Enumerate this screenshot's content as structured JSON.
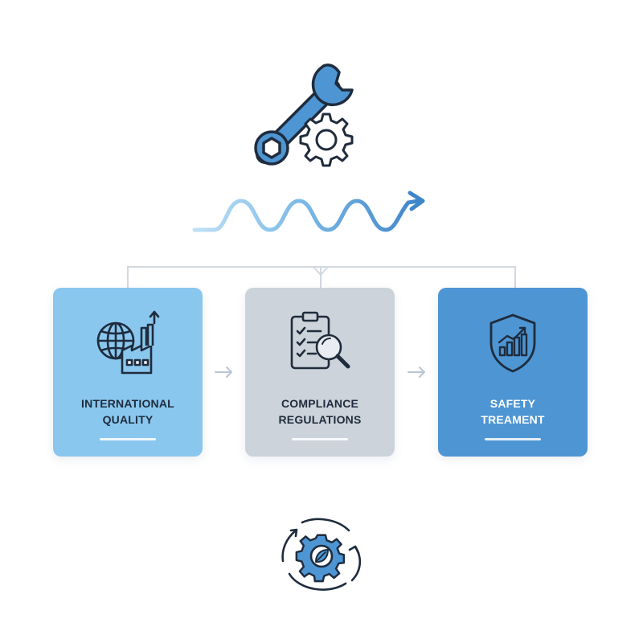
{
  "colors": {
    "accent_blue": "#4e95d3",
    "light_blue": "#8ac7ee",
    "grey_card": "#cdd3da",
    "outline_navy": "#1f2c3d"
  },
  "header": {
    "icon": "wrench-gear-icon",
    "flow_icon": "wave-arrow-icon"
  },
  "cards": [
    {
      "label": "INTERNATIONAL\nQUALITY",
      "icon": "globe-factory-icon"
    },
    {
      "label": "COMPLIANCE\nREGULATIONS",
      "icon": "checklist-magnifier-icon"
    },
    {
      "label": "SAFETY\nTREAMENT",
      "icon": "shield-chart-icon"
    }
  ],
  "footer": {
    "icon": "gear-cycle-icon"
  }
}
